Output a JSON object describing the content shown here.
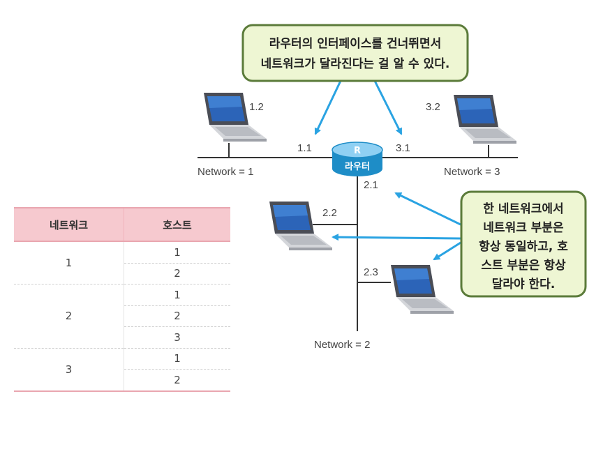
{
  "callout_top": {
    "line1": "라우터의 인터페이스를 건너뛰면서",
    "line2": "네트워크가 달라진다는 걸 알 수 있다."
  },
  "callout_right": {
    "line1": "한 네트워크에서",
    "line2": "네트워크 부분은",
    "line3": "항상 동일하고, 호",
    "line4": "스트 부분은 항상",
    "line5": "달라야 한다."
  },
  "router": {
    "letter": "R",
    "label": "라우터"
  },
  "networks": {
    "n1": "Network = 1",
    "n2": "Network = 2",
    "n3": "Network = 3"
  },
  "addresses": {
    "h12": "1.2",
    "if11": "1.1",
    "h32": "3.2",
    "if31": "3.1",
    "if21": "2.1",
    "h22": "2.2",
    "h23": "2.3"
  },
  "table": {
    "header_network": "네트워크",
    "header_host": "호스트",
    "groups": [
      {
        "network": "1",
        "hosts": [
          "1",
          "2"
        ]
      },
      {
        "network": "2",
        "hosts": [
          "1",
          "2",
          "3"
        ]
      },
      {
        "network": "3",
        "hosts": [
          "1",
          "2"
        ]
      }
    ]
  },
  "colors": {
    "callout_fill": "#eef6d3",
    "callout_border": "#5b7b3a",
    "arrow": "#2aa3e2",
    "router": "#1e8dc7",
    "table_header": "#f6c9cf"
  }
}
